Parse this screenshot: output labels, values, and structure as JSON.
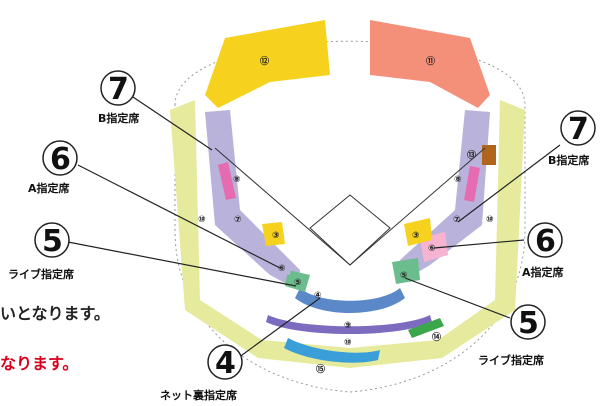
{
  "callouts": [
    {
      "number": "7",
      "label": "B指定席"
    },
    {
      "number": "6",
      "label": "A指定席"
    },
    {
      "number": "5",
      "label": "ライブ指定席"
    },
    {
      "number": "7",
      "label": "B指定席"
    },
    {
      "number": "6",
      "label": "A指定席"
    },
    {
      "number": "5",
      "label": "ライブ指定席"
    },
    {
      "number": "4",
      "label": "ネット裏指定席"
    }
  ],
  "section_numbers": {
    "s12": "⑫",
    "s11": "⑪",
    "s13": "⑬",
    "s8l": "⑧",
    "s8r": "⑧",
    "s10l": "⑩",
    "s10r": "⑩",
    "s7l": "⑦",
    "s7r": "⑦",
    "s3l": "③",
    "s3r": "③",
    "s6l": "⑥",
    "s6r": "⑥",
    "s5l": "⑤",
    "s5r": "⑤",
    "s4": "④",
    "s9": "⑨",
    "s10b": "⑩",
    "s14": "⑭",
    "s15": "⑮"
  },
  "text_lines": {
    "line1": "いとなります。",
    "line2": "なります。"
  },
  "colors": {
    "yellow": "#f6d21f",
    "salmon": "#f4907a",
    "lavender": "#b9b3dc",
    "pale_yellow": "#e6ea9c",
    "blue": "#5a88c8",
    "green": "#6bbd8d",
    "pink": "#f6b4d2",
    "purple": "#7d6bbf",
    "cyan": "#3a9fd8",
    "red_text": "#d8001c"
  }
}
